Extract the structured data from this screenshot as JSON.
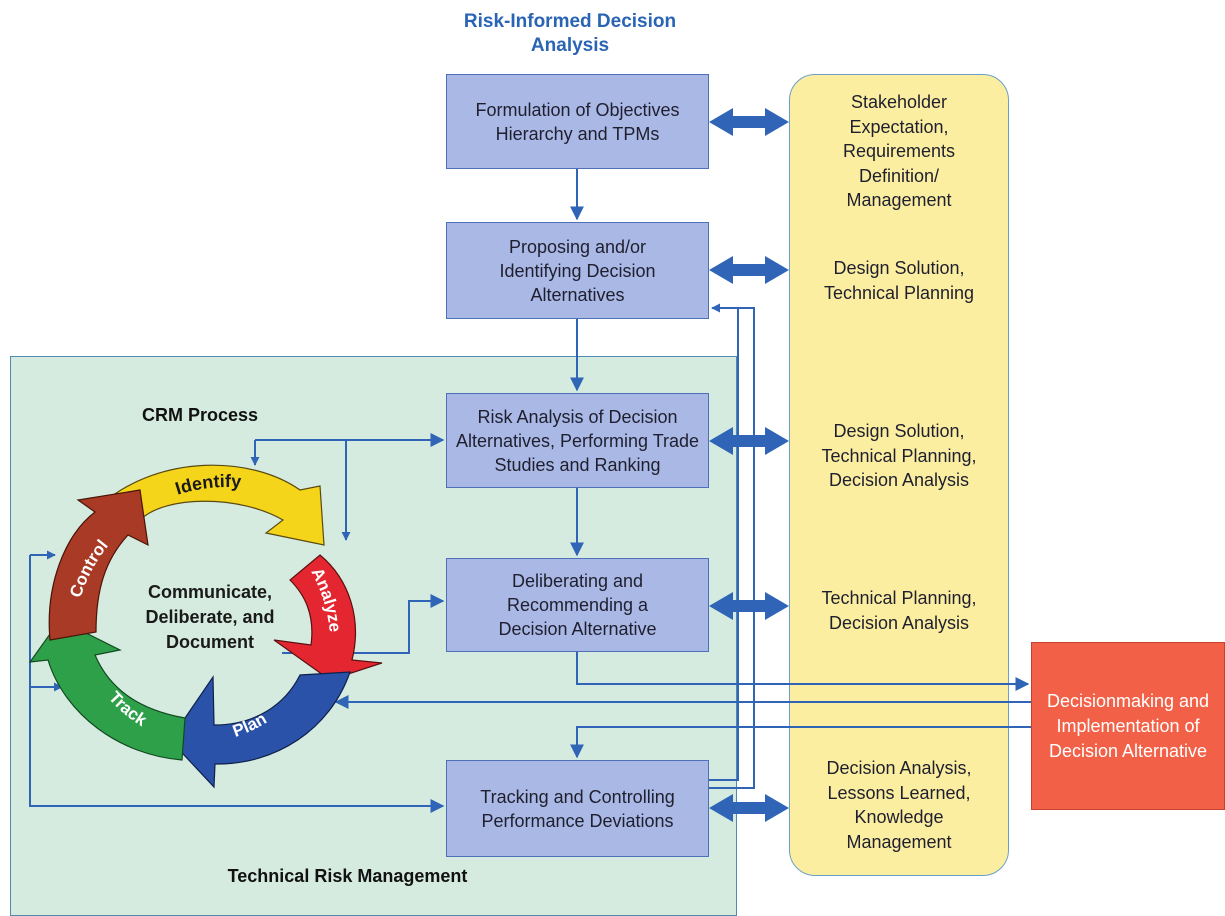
{
  "title": "Risk-Informed Decision Analysis",
  "steps": {
    "formulation": "Formulation of Objectives Hierarchy and TPMs",
    "proposing": "Proposing and/or Identifying Decision Alternatives",
    "risk_analysis": "Risk Analysis of Decision Alternatives, Performing Trade Studies and Ranking",
    "deliberating": "Deliberating and Recommending a Decision Alternative",
    "tracking": "Tracking and Controlling Performance Deviations"
  },
  "side_processes": {
    "stakeholder": "Stakeholder Expectation, Requirements Definition/ Management",
    "design_1": "Design Solution, Technical Planning",
    "design_2": "Design Solution, Technical Planning, Decision Analysis",
    "technical": "Technical Planning, Decision Analysis",
    "lessons": "Decision Analysis, Lessons Learned, Knowledge Management"
  },
  "decision_box": "Decisionmaking and Implementation of Decision Alternative",
  "crm": {
    "label": "CRM Process",
    "center": "Communicate, Deliberate, and Document",
    "cycle": {
      "identify": "Identify",
      "analyze": "Analyze",
      "plan": "Plan",
      "track": "Track",
      "control": "Control"
    }
  },
  "panel_label": "Technical Risk Management",
  "colors": {
    "step_fill": "#a9b8e4",
    "arrow_blue": "#2f64b6",
    "yellow_panel": "#fbeea0",
    "green_panel": "#d5ebe0",
    "decision_red": "#f26147",
    "identify": "#f5d51a",
    "analyze": "#e32630",
    "plan": "#2a52a8",
    "track": "#2fa04a",
    "control": "#a83a26"
  }
}
